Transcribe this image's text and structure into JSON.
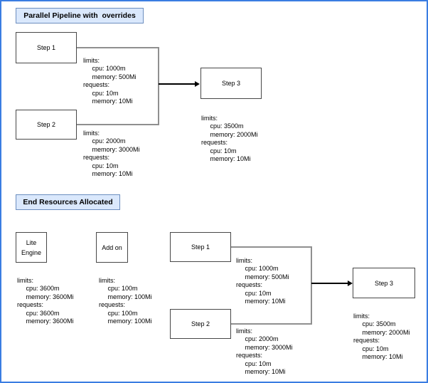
{
  "diagram": {
    "colors": {
      "canvas_border": "#3b7de2",
      "title_fill": "#dae8fc",
      "title_border": "#6c8ebf",
      "node_border": "#474747",
      "connector": "#8f8f8f",
      "arrow": "#000000",
      "text": "#000000"
    },
    "section1": {
      "title": "Parallel Pipeline with  overrides",
      "step1": {
        "label": "Step 1"
      },
      "step2": {
        "label": "Step 2"
      },
      "step3": {
        "label": "Step 3"
      },
      "step1_resources": [
        "limits:",
        "     cpu: 1000m",
        "     memory: 500Mi",
        "requests:",
        "     cpu: 10m",
        "     memory: 10Mi"
      ],
      "step2_resources": [
        "limits:",
        "     cpu: 2000m",
        "     memory: 3000Mi",
        "requests:",
        "     cpu: 10m",
        "     memory: 10Mi"
      ],
      "step3_resources": [
        "limits:",
        "     cpu: 3500m",
        "     memory: 2000Mi",
        "requests:",
        "     cpu: 10m",
        "     memory: 10Mi"
      ]
    },
    "section2": {
      "title": "End Resources Allocated",
      "lite_engine": {
        "label": "Lite\nEngine"
      },
      "add_on": {
        "label": "Add on"
      },
      "step1": {
        "label": "Step 1"
      },
      "step2": {
        "label": "Step 2"
      },
      "step3": {
        "label": "Step 3"
      },
      "lite_engine_resources": [
        "limits:",
        "     cpu: 3600m",
        "     memory: 3600Mi",
        "requests:",
        "     cpu: 3600m",
        "     memory: 3600Mi"
      ],
      "add_on_resources": [
        "limits:",
        "     cpu: 100m",
        "     memory: 100Mi",
        "requests:",
        "     cpu: 100m",
        "     memory: 100Mi"
      ],
      "step1_resources": [
        "limits:",
        "     cpu: 1000m",
        "     memory: 500Mi",
        "requests:",
        "     cpu: 10m",
        "     memory: 10Mi"
      ],
      "step2_resources": [
        "limits:",
        "     cpu: 2000m",
        "     memory: 3000Mi",
        "requests:",
        "     cpu: 10m",
        "     memory: 10Mi"
      ],
      "step3_resources": [
        "limits:",
        "     cpu: 3500m",
        "     memory: 2000Mi",
        "requests:",
        "     cpu: 10m",
        "     memory: 10Mi"
      ]
    }
  }
}
